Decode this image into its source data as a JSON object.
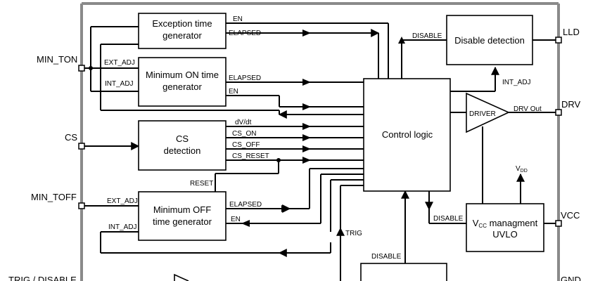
{
  "pins": {
    "min_ton": "MIN_TON",
    "cs": "CS",
    "min_toff": "MIN_TOFF",
    "trig_disable": "TRIG / DISABLE",
    "lld": "LLD",
    "drv": "DRV",
    "vcc": "VCC",
    "gnd": "GND"
  },
  "blocks": {
    "exception": [
      "Exception time",
      "generator"
    ],
    "min_on": [
      "Minimum ON time",
      "generator"
    ],
    "cs_detection": [
      "CS",
      "detection"
    ],
    "min_off": [
      "Minimum OFF",
      "time generator"
    ],
    "control": "Control logic",
    "disable_detection": "Disable detection",
    "driver": "DRIVER",
    "vcc_mgmt_prefix": "V",
    "vcc_mgmt_sub": "CC",
    "vcc_mgmt_rest": " managment",
    "uvlo": "UVLO"
  },
  "signals": {
    "en": "EN",
    "elapsed": "ELAPSED",
    "ext_adj": "EXT_ADJ",
    "int_adj": "INT_ADJ",
    "dv_dt": "dV/dt",
    "cs_on": "CS_ON",
    "cs_off": "CS_OFF",
    "cs_reset": "CS_RESET",
    "reset": "RESET",
    "disable": "DISABLE",
    "drv_out": "DRV Out",
    "vdd_main": "V",
    "vdd_sub": "DD",
    "trig": "TRIG"
  }
}
